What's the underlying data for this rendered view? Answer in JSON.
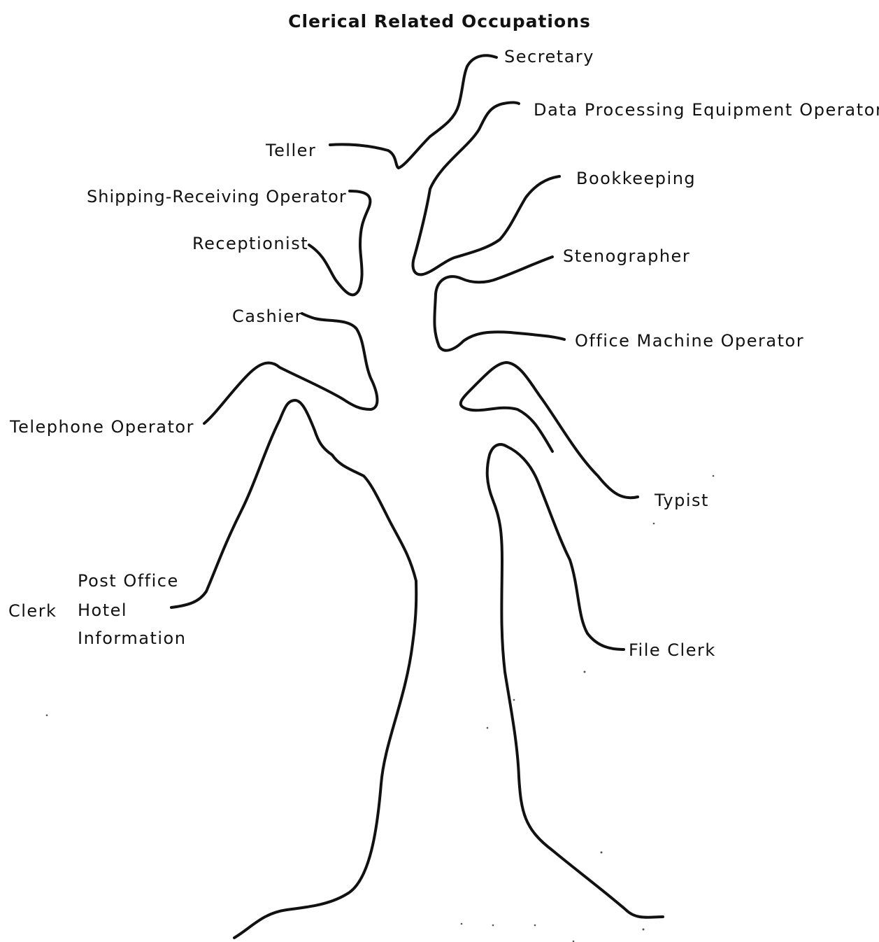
{
  "title": "Clerical Related Occupations",
  "occupations": {
    "secretary": "Secretary",
    "data_processing": "Data Processing Equipment Operator",
    "teller": "Teller",
    "bookkeeping": "Bookkeeping",
    "shipping_receiving": "Shipping-Receiving Operator",
    "receptionist": "Receptionist",
    "stenographer": "Stenographer",
    "cashier": "Cashier",
    "office_machine": "Office Machine Operator",
    "telephone_operator": "Telephone Operator",
    "typist": "Typist",
    "clerk": "Clerk",
    "clerk_post_office": "Post Office",
    "clerk_hotel": "Hotel",
    "clerk_information": "Information",
    "file_clerk": "File Clerk"
  }
}
